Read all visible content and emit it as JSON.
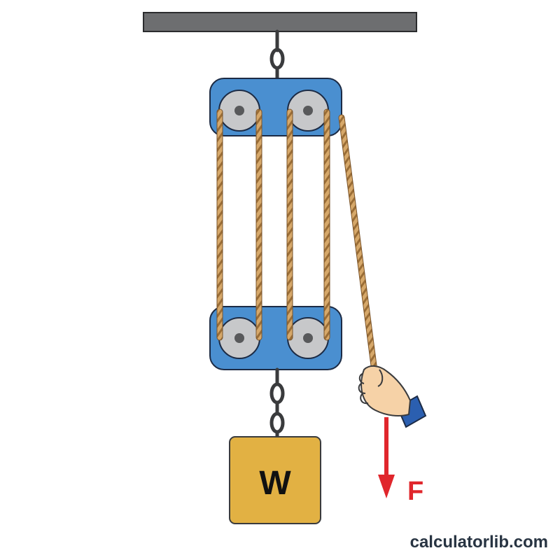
{
  "diagram": {
    "weight_label": "W",
    "force_label": "F",
    "watermark": "calculatorlib.com"
  },
  "colors": {
    "ceiling": "#6d6e70",
    "block": "#4a8fd0",
    "block_stroke": "#1c2b45",
    "sheave": "#c7c8ca",
    "sheave_hub": "#58595b",
    "rope": "#d6a86a",
    "rope_twist": "#9a6d36",
    "chain": "#3a3b3d",
    "weight": "#e2b143",
    "arrow": "#e0262c",
    "skin": "#f6d2a7",
    "sleeve": "#2b5fb0",
    "watermark": "#283442"
  },
  "icons": {
    "hand": "pulling-hand-icon"
  }
}
